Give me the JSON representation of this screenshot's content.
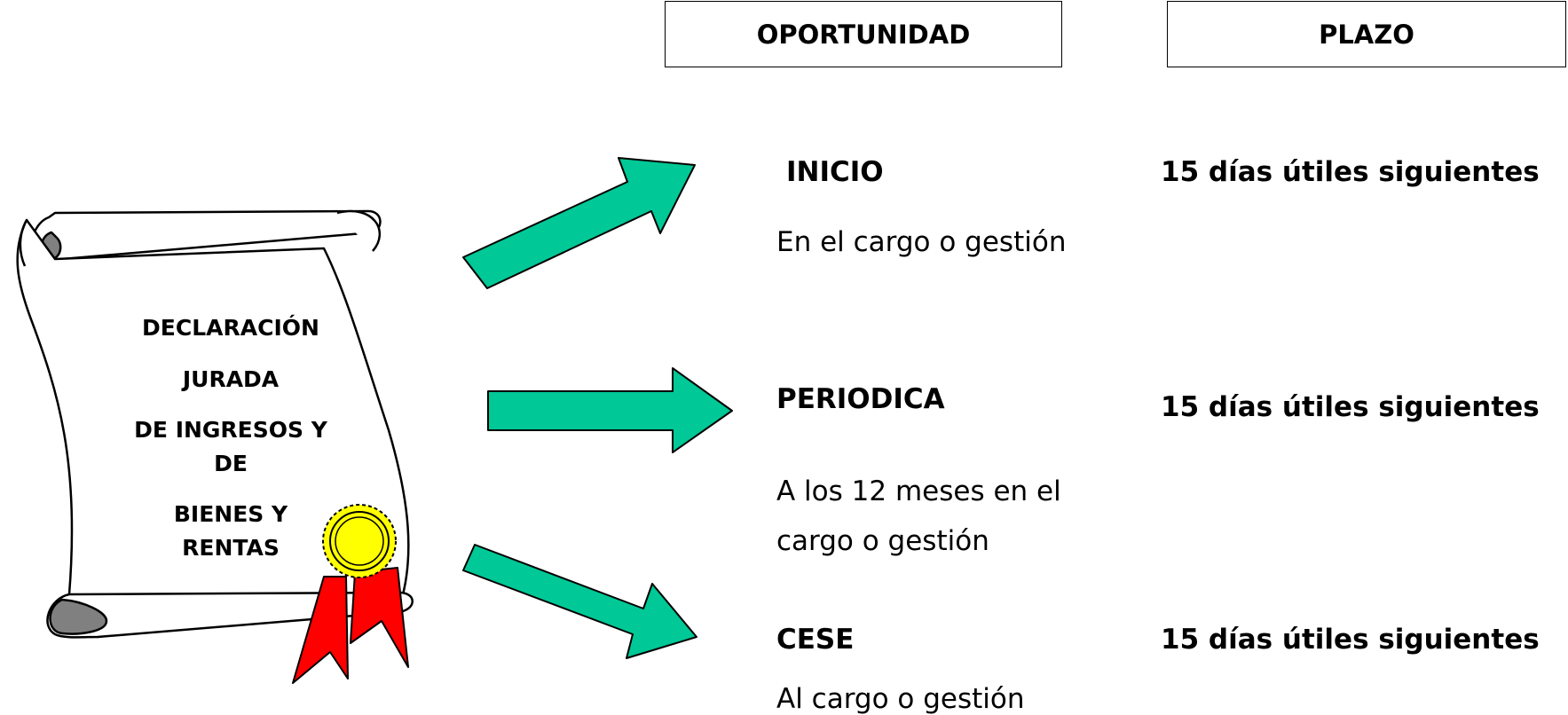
{
  "headers": {
    "oportunidad": "OPORTUNIDAD",
    "plazo": "PLAZO"
  },
  "scroll": {
    "line1": "DECLARACIÓN",
    "line2": "JURADA",
    "line3": "DE INGRESOS Y",
    "line4": "DE",
    "line5": "BIENES Y",
    "line6": "RENTAS"
  },
  "stages": [
    {
      "title": "INICIO",
      "desc1": "En el cargo o gestión",
      "desc2": "",
      "plazo": "15 días útiles siguientes"
    },
    {
      "title": "PERIODICA",
      "desc1": "A los 12 meses en el",
      "desc2": "cargo o gestión",
      "plazo": "15 días útiles siguientes"
    },
    {
      "title": "CESE",
      "desc1": "Al cargo o gestión",
      "desc2": "",
      "plazo": "15 días útiles siguientes"
    }
  ],
  "colors": {
    "arrow": "#00c896",
    "ribbon": "#ff0000",
    "seal": "#ffff00",
    "scroll_curl": "#808080"
  }
}
